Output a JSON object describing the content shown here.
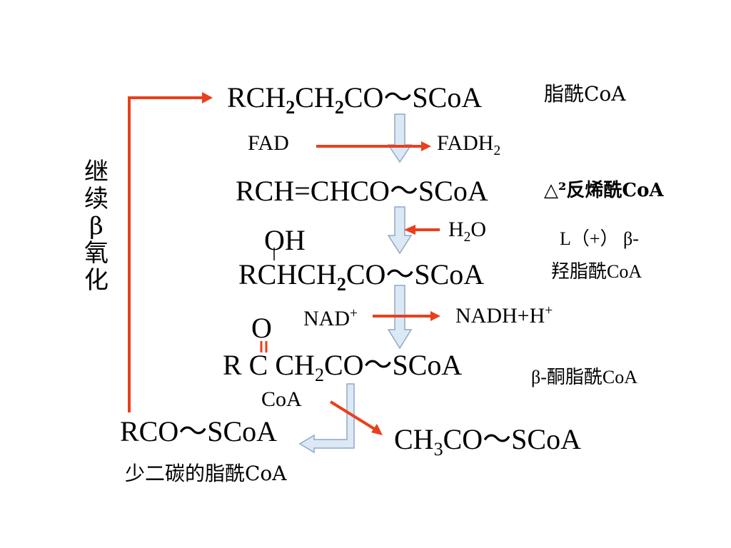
{
  "compounds": {
    "c1": {
      "a": "RCH",
      "s1": "2",
      "b": "CH",
      "s2": "2",
      "c": "CO～SCoA"
    },
    "c2": "RCH=CHCO～SCoA",
    "c3_oh": "OH",
    "c3": {
      "a": "RCHCH",
      "s": "2",
      "b": "CO～SCoA"
    },
    "c4_o": "O",
    "c4": {
      "a": "R C CH",
      "s": "2",
      "b": "CO～SCoA"
    },
    "c5": "RCO～SCoA",
    "c6": {
      "a": "CH",
      "s": "3",
      "b": "CO～SCoA"
    }
  },
  "reagents": {
    "fad": "FAD",
    "fadh2": {
      "a": "FADH",
      "s": "2"
    },
    "h2o": {
      "a": "H",
      "s": "2",
      "b": "O"
    },
    "nad": {
      "a": "NAD",
      "sup": "+"
    },
    "nadh": {
      "a": "NADH+H",
      "sup": "+"
    },
    "coa": "CoA"
  },
  "labels": {
    "l1": "脂酰CoA",
    "l2": "△²反烯酰CoA",
    "l3_line1": "L（+） β-",
    "l3_line2": "羟脂酰CoA",
    "l4": "β-酮脂酰CoA",
    "l5": "少二碳的脂酰CoA"
  },
  "side_label": [
    "继",
    "续",
    "β",
    "氧",
    "化"
  ],
  "colors": {
    "arrow_red": "#e8401c",
    "arrow_blue_fill": "#dce9f5",
    "arrow_blue_stroke": "#8fa8c8"
  }
}
